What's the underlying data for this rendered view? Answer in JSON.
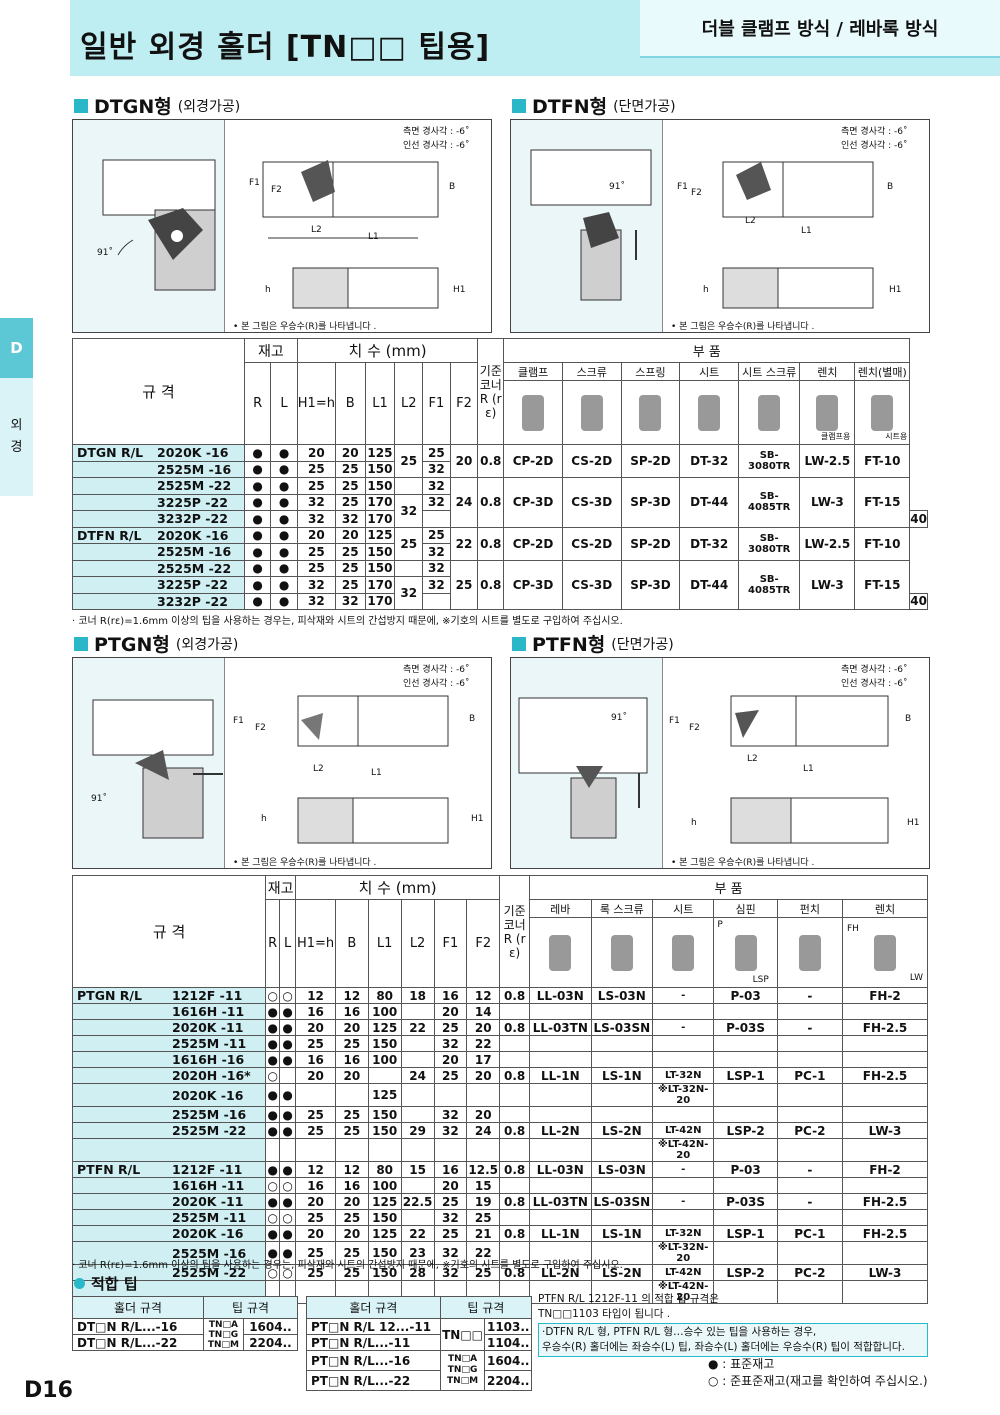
{
  "header": {
    "title": "일반 외경 홀더 [TN□□ 팁용]",
    "tab": "더블 클램프 방식 / 레바록 방식"
  },
  "sidebar": {
    "letter": "D",
    "label1": "외",
    "label2": "경"
  },
  "page_number": "D16",
  "sections": {
    "dtgn": {
      "title": "DTGN형",
      "sub": "(외경가공)"
    },
    "dtfn": {
      "title": "DTFN형",
      "sub": "(단면가공)"
    },
    "ptgn": {
      "title": "PTGN형",
      "sub": "(외경가공)"
    },
    "ptfn": {
      "title": "PTFN형",
      "sub": "(단면가공)"
    }
  },
  "diagram": {
    "side_angle": "측면 경사각 : -6˚",
    "in_angle": "인선 경사각 : -6˚",
    "right_note": "• 본 그림은 우승수(R)를 나타냅니다 .",
    "angle91": "91˚",
    "F1": "F1",
    "F2": "F2",
    "L1": "L1",
    "L2": "L2",
    "B": "B",
    "h": "h",
    "H1": "H1"
  },
  "table1": {
    "h_spec": "규 격",
    "h_stock": "재고",
    "h_dims": "치 수 (mm)",
    "h_corner": "기준코너R (rε)",
    "h_parts": "부 품",
    "parts_cols": [
      "클램프",
      "스크류",
      "스프링",
      "시트",
      "시트 스크류",
      "렌치",
      "렌치(별매)"
    ],
    "sub_cols": [
      "R",
      "L",
      "H1=h",
      "B",
      "L1",
      "L2",
      "F1",
      "F2"
    ],
    "wrench_sub1": "클램프용",
    "wrench_sub2": "시트용",
    "rows": [
      {
        "grp": "DTGN",
        "g2": "R/L",
        "code": "2020K -16",
        "r": "●",
        "l": "●",
        "h": "20",
        "b": "20",
        "l1": "125",
        "l2": "25",
        "f1": "25"
      },
      {
        "code": "2525M -16",
        "r": "●",
        "l": "●",
        "h": "25",
        "b": "25",
        "l1": "150",
        "f1": "32"
      },
      {
        "code": "2525M -22",
        "r": "●",
        "l": "●",
        "h": "25",
        "b": "25",
        "l1": "150",
        "f1": "32"
      },
      {
        "code": "3225P -22",
        "r": "●",
        "l": "●",
        "h": "32",
        "b": "25",
        "l1": "170",
        "l2": "32",
        "f1": "32"
      },
      {
        "code": "3232P -22",
        "r": "●",
        "l": "●",
        "h": "32",
        "b": "32",
        "l1": "170",
        "f1": "40"
      },
      {
        "grp": "DTFN",
        "g2": "R/L",
        "code": "2020K -16",
        "r": "●",
        "l": "●",
        "h": "20",
        "b": "20",
        "l1": "125",
        "l2": "25",
        "f1": "25"
      },
      {
        "code": "2525M -16",
        "r": "●",
        "l": "●",
        "h": "25",
        "b": "25",
        "l1": "150",
        "f1": "32"
      },
      {
        "code": "2525M -22",
        "r": "●",
        "l": "●",
        "h": "25",
        "b": "25",
        "l1": "150",
        "f1": "32"
      },
      {
        "code": "3225P -22",
        "r": "●",
        "l": "●",
        "h": "32",
        "b": "25",
        "l1": "170",
        "l2": "32",
        "f1": "32"
      },
      {
        "code": "3232P -22",
        "r": "●",
        "l": "●",
        "h": "32",
        "b": "32",
        "l1": "170",
        "f1": "40"
      }
    ],
    "groups": [
      {
        "f2": "20",
        "re": "0.8",
        "p": [
          "CP-2D",
          "CS-2D",
          "SP-2D",
          "DT-32",
          "SB-3080TR",
          "LW-2.5",
          "FT-10"
        ]
      },
      {
        "f2": "24",
        "re": "0.8",
        "p": [
          "CP-3D",
          "CS-3D",
          "SP-3D",
          "DT-44",
          "SB-4085TR",
          "LW-3",
          "FT-15"
        ]
      },
      {
        "f2": "22",
        "re": "0.8",
        "p": [
          "CP-2D",
          "CS-2D",
          "SP-2D",
          "DT-32",
          "SB-3080TR",
          "LW-2.5",
          "FT-10"
        ]
      },
      {
        "f2": "25",
        "re": "0.8",
        "p": [
          "CP-3D",
          "CS-3D",
          "SP-3D",
          "DT-44",
          "SB-4085TR",
          "LW-3",
          "FT-15"
        ]
      }
    ],
    "footnote": "· 코너 R(rε)=1.6mm 이상의 팁을 사용하는 경우는, 피삭재와 시트의 간섭방지 때문에, ※기호의 시트를 별도로 구입하여 주십시오."
  },
  "table2": {
    "h_spec": "규 격",
    "h_stock": "재고",
    "h_dims": "치 수 (mm)",
    "h_corner": "기준코너R (rε)",
    "h_parts": "부 품",
    "parts_cols": [
      "레바",
      "록 스크류",
      "시트",
      "심핀",
      "펀치",
      "렌치"
    ],
    "img_labels": {
      "p": "P",
      "lsp": "LSP",
      "fh": "FH",
      "lw": "LW"
    },
    "rows": [
      [
        "PTGN",
        "R/L",
        "1212F -11",
        "○",
        "○",
        "12",
        "12",
        "80",
        "18",
        "16",
        "12",
        "0.8",
        "LL-03N",
        "LS-03N",
        "-",
        "P-03",
        "-",
        "FH-2"
      ],
      [
        "",
        "",
        "1616H -11",
        "●",
        "●",
        "16",
        "16",
        "100",
        "",
        "20",
        "14",
        "",
        "",
        "",
        "",
        "",
        "",
        ""
      ],
      [
        "",
        "",
        "2020K -11",
        "●",
        "●",
        "20",
        "20",
        "125",
        "22",
        "25",
        "20",
        "0.8",
        "LL-03TN",
        "LS-03SN",
        "-",
        "P-03S",
        "-",
        "FH-2.5"
      ],
      [
        "",
        "",
        "2525M -11",
        "●",
        "●",
        "25",
        "25",
        "150",
        "",
        "32",
        "22",
        "",
        "",
        "",
        "",
        "",
        "",
        ""
      ],
      [
        "",
        "",
        "1616H -16",
        "●",
        "●",
        "16",
        "16",
        "100",
        "",
        "20",
        "17",
        "",
        "",
        "",
        "",
        "",
        "",
        ""
      ],
      [
        "",
        "",
        "2020H -16*",
        "○",
        "",
        "20",
        "20",
        "",
        "24",
        "25",
        "20",
        "0.8",
        "LL-1N",
        "LS-1N",
        "LT-32N",
        "LSP-1",
        "PC-1",
        "FH-2.5"
      ],
      [
        "",
        "",
        "2020K -16",
        "●",
        "●",
        "",
        "",
        "125",
        "",
        "",
        "",
        "",
        "",
        "",
        "※LT-32N-20",
        "",
        "",
        ""
      ],
      [
        "",
        "",
        "2525M -16",
        "●",
        "●",
        "25",
        "25",
        "150",
        "",
        "32",
        "20",
        "",
        "",
        "",
        "",
        "",
        "",
        ""
      ],
      [
        "",
        "",
        "2525M -22",
        "●",
        "●",
        "25",
        "25",
        "150",
        "29",
        "32",
        "24",
        "0.8",
        "LL-2N",
        "LS-2N",
        "LT-42N",
        "LSP-2",
        "PC-2",
        "LW-3"
      ],
      [
        "",
        "",
        "",
        "",
        "",
        "",
        "",
        "",
        "",
        "",
        "",
        "",
        "",
        "",
        "※LT-42N-20",
        "",
        "",
        ""
      ],
      [
        "PTFN",
        "R/L",
        "1212F -11",
        "●",
        "●",
        "12",
        "12",
        "80",
        "15",
        "16",
        "12.5",
        "0.8",
        "LL-03N",
        "LS-03N",
        "-",
        "P-03",
        "-",
        "FH-2"
      ],
      [
        "",
        "",
        "1616H -11",
        "○",
        "○",
        "16",
        "16",
        "100",
        "",
        "20",
        "15",
        "",
        "",
        "",
        "",
        "",
        "",
        ""
      ],
      [
        "",
        "",
        "2020K -11",
        "●",
        "●",
        "20",
        "20",
        "125",
        "22.5",
        "25",
        "19",
        "0.8",
        "LL-03TN",
        "LS-03SN",
        "-",
        "P-03S",
        "-",
        "FH-2.5"
      ],
      [
        "",
        "",
        "2525M -11",
        "○",
        "○",
        "25",
        "25",
        "150",
        "",
        "32",
        "25",
        "",
        "",
        "",
        "",
        "",
        "",
        ""
      ],
      [
        "",
        "",
        "2020K -16",
        "●",
        "●",
        "20",
        "20",
        "125",
        "22",
        "25",
        "21",
        "0.8",
        "LL-1N",
        "LS-1N",
        "LT-32N",
        "LSP-1",
        "PC-1",
        "FH-2.5"
      ],
      [
        "",
        "",
        "2525M -16",
        "●",
        "●",
        "25",
        "25",
        "150",
        "23",
        "32",
        "22",
        "",
        "",
        "",
        "※LT-32N-20",
        "",
        "",
        ""
      ],
      [
        "",
        "",
        "2525M -22",
        "○",
        "○",
        "25",
        "25",
        "150",
        "28",
        "32",
        "25",
        "0.8",
        "LL-2N",
        "LS-2N",
        "LT-42N",
        "LSP-2",
        "PC-2",
        "LW-3"
      ],
      [
        "",
        "",
        "",
        "",
        "",
        "",
        "",
        "",
        "",
        "",
        "",
        "",
        "",
        "",
        "※LT-42N-20",
        "",
        "",
        ""
      ]
    ],
    "footnote": "· 코너 R(rε)=1.6mm 이상의 팁을 사용하는 경우는, 피삭재와 시트의 간섭방지 때문에, ※기호의 시트를 별도로 구입하여 주십시오."
  },
  "tips": {
    "title": "적합 팁",
    "h_holder": "홀더 규격",
    "h_tip": "팁 규격",
    "left": [
      {
        "holder": "DT□N R/L...-16",
        "tip": "TN□A",
        "size": "1604.."
      },
      {
        "holder": "DT□N R/L...-22",
        "tip": "TN□G",
        "size": "2204.."
      }
    ],
    "left_tip3": "TN□M",
    "right": [
      {
        "holder": "PT□N R/L 12...-11",
        "tip": "TN□□",
        "size": "1103.."
      },
      {
        "holder": "PT□N R/L...-11",
        "size": "1104.."
      },
      {
        "holder": "PT□N R/L...-16",
        "tip": "TN□A",
        "size": "1604.."
      },
      {
        "holder": "PT□N R/L...-22",
        "tip": "TN□G",
        "size": "2204.."
      }
    ],
    "right_tip3": "TN□M",
    "note1": "PTFN R/L 1212F-11 의 적합 팁 규격은",
    "note2": "TN□□1103 타입이 됩니다 .",
    "note3": "·DTFN R/L 형, PTFN R/L 형…승수 있는 팁을 사용하는 경우,",
    "note4": "우승수(R) 홀더에는 좌승수(L) 팁, 좌승수(L) 홀더에는 우승수(R) 팁이 적합합니다.",
    "legend1": "● : 표준재고",
    "legend2": "○ : 준표준재고(재고를 확인하여 주십시오.)"
  },
  "colors": {
    "accent": "#2ab8c8",
    "header_bg": "#bfeef2",
    "row_bg": "#cfeff3"
  }
}
